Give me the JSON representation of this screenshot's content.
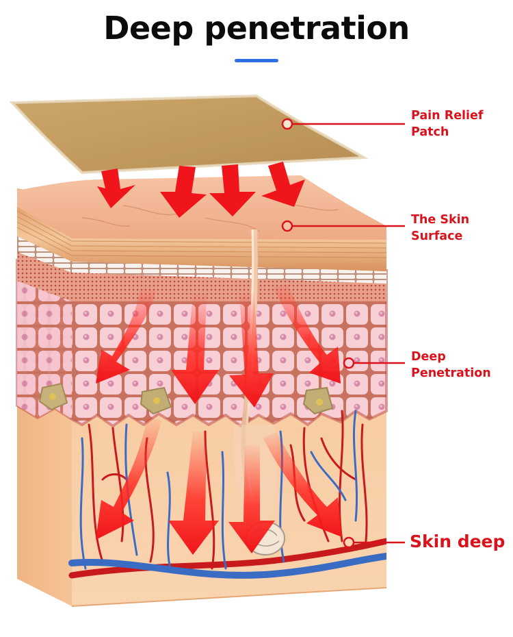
{
  "title": "Deep penetration",
  "colors": {
    "accent_underline": "#2f6fe4",
    "callout": "#d9121c",
    "arrow": "#f0151a",
    "patch": "#c7a063",
    "skin_top": "#f3b492",
    "cells": "#f9c6cf",
    "dermis": "#f8c89e",
    "artery": "#c8191c",
    "vein": "#3a6cc4"
  },
  "callouts": {
    "patch": {
      "line1": "Pain Relief",
      "line2": "Patch"
    },
    "surface": {
      "line1": "The Skin",
      "line2": "Surface"
    },
    "penetration": {
      "line1": "Deep",
      "line2": "Penetration"
    },
    "skin_deep": {
      "label": "Skin deep"
    }
  },
  "icons": {
    "arrows": "downward-arrow-icon",
    "callout_marker": "circle-marker-icon"
  }
}
